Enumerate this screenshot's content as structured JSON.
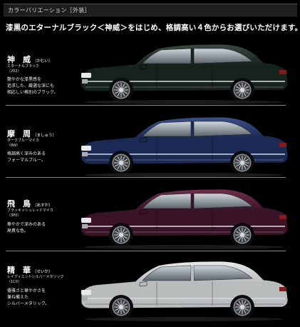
{
  "header": {
    "label": "カラーバリエーション［外装］"
  },
  "headline": "漆黒のエターナルブラック＜神威＞をはじめ、格調高い４色からお選びいただけます。",
  "colors": [
    {
      "name": "神　威",
      "kana": "（かむい）",
      "sub": [
        "エターナルブラック",
        "〈202〉"
      ],
      "desc": [
        "艶やかな漆黒感を",
        "追求した、厳選な深にも",
        "相応しい格別のブラック。"
      ],
      "body_color": "#16221c",
      "body_highlight": "#3b4a42"
    },
    {
      "name": "摩　周",
      "kana": "（ましゅう）",
      "sub": [
        "ダークブルーマイカ",
        "〈8W〉"
      ],
      "desc": [
        "格調高く深みのある",
        "フォーマルブルー。"
      ],
      "body_color": "#1a2a55",
      "body_highlight": "#3a508a"
    },
    {
      "name": "飛　鳥",
      "kana": "（あすか）",
      "sub": [
        "ブラッキッシュレッドマイカ",
        "〈3P0〉"
      ],
      "desc": [
        "華やかで深みのある",
        "高貴な色。"
      ],
      "body_color": "#3a1426",
      "body_highlight": "#6e2f4c"
    },
    {
      "name": "精　華",
      "kana": "（せいか）",
      "sub": [
        "レイディエントシルバーメタリック",
        "〈1C0〉"
      ],
      "desc": [
        "優雅さと華やかさを",
        "兼ね備えた",
        "シルバーメタリック。"
      ],
      "body_color": "#b9bcbd",
      "body_highlight": "#e9ebeb"
    }
  ]
}
